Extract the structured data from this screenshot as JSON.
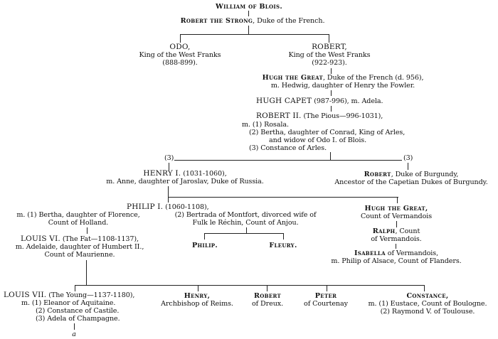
{
  "title": "Genealogy of the Capetian House",
  "nodes": {
    "william": {
      "name": "William of Blois.",
      "desc": ""
    },
    "robert_strong": {
      "name": "Robert the Strong",
      "desc": ", Duke of the French."
    },
    "odo": {
      "name": "ODO,",
      "lines": [
        "King of the West Franks",
        "(888-899)."
      ]
    },
    "robert_king": {
      "name": "ROBERT,",
      "lines": [
        "King of the West Franks",
        "(922-923)."
      ]
    },
    "hugh_great": {
      "name": "Hugh the Great",
      "desc": ", Duke of the French (d. 956),",
      "line2": "m. Hedwig, daughter of Henry the Fowler."
    },
    "hugh_capet": {
      "name": "HUGH CAPET",
      "desc": " (987-996), m. Adela."
    },
    "robert_ii": {
      "name": "ROBERT II.",
      "desc": " (The Pious—996-1031),",
      "marriages": [
        "m. (1) Rosala.",
        "(2) Bertha, daughter of Conrad, King of Arles,",
        "and widow of Odo I. of Blois.",
        "(3) Constance of Arles."
      ]
    },
    "branch_markers": {
      "left": "(3)",
      "right": "(3)"
    },
    "henry_i": {
      "name": "HENRY I.",
      "desc": " (1031-1060),",
      "line2": "m. Anne, daughter of Jaroslav, Duke of Russia."
    },
    "robert_burgundy": {
      "name": "Robert",
      "desc": ", Duke of Burgundy,",
      "line2": "Ancestor of the Capetian Dukes of Burgundy."
    },
    "philip_i": {
      "name": "PHILIP I.",
      "desc": " (1060-1108),",
      "m1": [
        "m. (1) Bertha, daughter of Florence,",
        "Count of Holland."
      ],
      "m2": [
        "(2) Bertrada of Montfort, divorced wife of",
        "Fulk le Réchin, Count of Anjou."
      ]
    },
    "hugh_vermandois": {
      "name": "Hugh the Great,",
      "line2": "Count of Vermandois"
    },
    "ralph": {
      "name": "Ralph",
      "desc": ", Count",
      "line2": "of Vermandois."
    },
    "isabella": {
      "name": "Isabella",
      "desc": " of Vermandois,",
      "line2": "m. Philip of Alsace, Count of Flanders."
    },
    "louis_vi": {
      "name": "LOUIS VI.",
      "desc": " (The Fat—1108-1137),",
      "lines": [
        "m. Adelaide, daughter of Humbert II.,",
        "Count of Maurienne."
      ]
    },
    "philip_son": {
      "name": "Philip."
    },
    "fleury": {
      "name": "Fleury."
    },
    "louis_vii": {
      "name": "LOUIS VII.",
      "desc": " (The Young—1137-1180),",
      "marriages": [
        "m. (1) Eleanor of Aquitaine.",
        "(2) Constance of Castile.",
        "(3) Adela of Champagne."
      ],
      "continuation": "a"
    },
    "henry_reims": {
      "name": "Henry,",
      "line2": "Archbishop of Reims."
    },
    "robert_dreux": {
      "name": "Robert",
      "line2": "of Dreux."
    },
    "peter": {
      "name": "Peter",
      "line2": "of Courtenay"
    },
    "constance": {
      "name": "Constance,",
      "lines": [
        "m. (1) Eustace, Count of Boulogne.",
        "(2) Raymond V. of Toulouse."
      ]
    }
  }
}
